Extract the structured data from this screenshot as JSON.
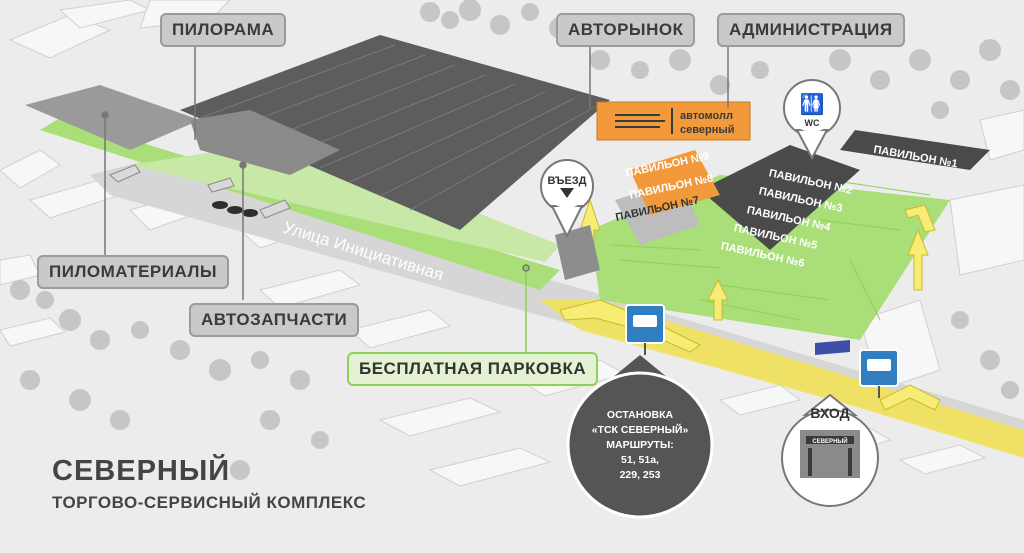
{
  "labels": {
    "pilorama": "ПИЛОРАМА",
    "avtorynok": "АВТОРЫНОК",
    "administration": "АДМИНИСТРАЦИЯ",
    "pilomaterialy": "ПИЛОМАТЕРИАЛЫ",
    "avtozapchasti": "АВТОЗАПЧАСТИ",
    "free_parking": "БЕСПЛАТНАЯ ПАРКОВКА"
  },
  "street": "Улица Инициативная",
  "entry": "ВЪЕЗД",
  "entrance": "ВХОД",
  "wc": "WC",
  "automall": {
    "top": "автомолл",
    "bottom": "северный"
  },
  "pavilions_orange": [
    "ПАВИЛЬОН №9",
    "ПАВИЛЬОН №8"
  ],
  "pavilion_7": "ПАВИЛЬОН №7",
  "pavilions_dark": [
    "ПАВИЛЬОН №2",
    "ПАВИЛЬОН №3",
    "ПАВИЛЬОН №4",
    "ПАВИЛЬОН №5",
    "ПАВИЛЬОН №6"
  ],
  "pavilion_1": "ПАВИЛЬОН №1",
  "bus_stop": {
    "line1": "ОСТАНОВКА",
    "line2": "«ТСК СЕВЕРНЫЙ»",
    "line3": "МАРШРУТЫ:",
    "line4": "51, 51а,",
    "line5": "229, 253"
  },
  "gate_sign": "СЕВЕРНЫЙ",
  "title": "СЕВЕРНЫЙ",
  "subtitle": "ТОРГОВО-СЕРВИСНЫЙ КОМПЛЕКС",
  "colors": {
    "background": "#ececec",
    "parking_green": "#a9de79",
    "road_yellow": "#f2e25a",
    "automall_orange": "#f29a3b",
    "dark_building": "#4a4a4a",
    "bus_blue": "#2f7fc1"
  }
}
